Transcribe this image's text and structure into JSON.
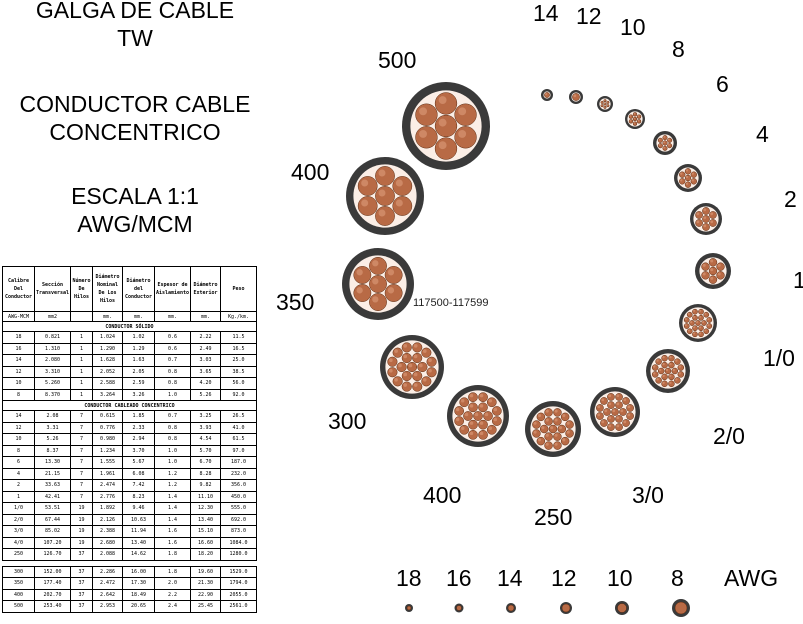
{
  "titles": {
    "main": [
      "GALGA DE CABLE",
      "TW"
    ],
    "sub": [
      "CONDUCTOR CABLE",
      "CONCENTRICO"
    ],
    "scale": [
      "ESCALA 1:1",
      "AWG/MCM"
    ]
  },
  "colors": {
    "insulation": "#3a3a3a",
    "copper": "#b86a45",
    "copper_light": "#e0a17f",
    "background": "#ffffff"
  },
  "table": {
    "headers": [
      "Calibre Del Conductor",
      "Sección Transversal",
      "Número De Hilos",
      "Diámetro Nominal De Los Hilos",
      "Diámetro del Conductor",
      "Espesor de Aislamiento",
      "Diámetro Exterior",
      "Peso"
    ],
    "units": [
      "AWG-MCM",
      "mm2",
      "",
      "mm.",
      "mm.",
      "mm.",
      "mm.",
      "Kg./km."
    ],
    "sections": [
      {
        "title": "CONDUCTOR SÓLIDO",
        "rows": [
          [
            "18",
            "0.821",
            "1",
            "1.024",
            "1.02",
            "0.6",
            "2.22",
            "11.5"
          ],
          [
            "16",
            "1.310",
            "1",
            "1.290",
            "1.29",
            "0.6",
            "2.49",
            "16.5"
          ],
          [
            "14",
            "2.080",
            "1",
            "1.628",
            "1.63",
            "0.7",
            "3.03",
            "25.0"
          ],
          [
            "12",
            "3.310",
            "1",
            "2.052",
            "2.05",
            "0.8",
            "3.65",
            "38.5"
          ],
          [
            "10",
            "5.260",
            "1",
            "2.588",
            "2.59",
            "0.8",
            "4.20",
            "56.0"
          ],
          [
            "8",
            "8.370",
            "1",
            "3.264",
            "3.26",
            "1.0",
            "5.26",
            "92.0"
          ]
        ]
      },
      {
        "title": "CONDUCTOR CABLEADO CONCENTRICO",
        "rows": [
          [
            "14",
            "2.08",
            "7",
            "0.615",
            "1.85",
            "0.7",
            "3.25",
            "26.5"
          ],
          [
            "12",
            "3.31",
            "7",
            "0.776",
            "2.33",
            "0.8",
            "3.93",
            "41.0"
          ],
          [
            "10",
            "5.26",
            "7",
            "0.980",
            "2.94",
            "0.8",
            "4.54",
            "61.5"
          ],
          [
            "8",
            "8.37",
            "7",
            "1.234",
            "3.70",
            "1.0",
            "5.70",
            "97.0"
          ],
          [
            "6",
            "13.30",
            "7",
            "1.555",
            "5.67",
            "1.0",
            "6.70",
            "187.0"
          ],
          [
            "4",
            "21.15",
            "7",
            "1.961",
            "6.08",
            "1.2",
            "8.28",
            "232.0"
          ],
          [
            "2",
            "33.63",
            "7",
            "2.474",
            "7.42",
            "1.2",
            "9.82",
            "356.0"
          ],
          [
            "1",
            "42.41",
            "7",
            "2.776",
            "8.23",
            "1.4",
            "11.10",
            "450.0"
          ],
          [
            "1/0",
            "53.51",
            "19",
            "1.892",
            "9.46",
            "1.4",
            "12.30",
            "555.0"
          ],
          [
            "2/0",
            "67.44",
            "19",
            "2.126",
            "10.63",
            "1.4",
            "13.40",
            "692.0"
          ],
          [
            "3/0",
            "85.02",
            "19",
            "2.388",
            "11.94",
            "1.6",
            "15.10",
            "873.0"
          ],
          [
            "4/0",
            "107.20",
            "19",
            "2.680",
            "13.40",
            "1.6",
            "16.60",
            "1084.0"
          ],
          [
            "250",
            "126.70",
            "37",
            "2.088",
            "14.62",
            "1.8",
            "18.20",
            "1280.0"
          ]
        ]
      },
      {
        "title": "",
        "rows": [
          [
            "300",
            "152.00",
            "37",
            "2.286",
            "16.00",
            "1.8",
            "19.60",
            "1529.0"
          ],
          [
            "350",
            "177.40",
            "37",
            "2.472",
            "17.30",
            "2.0",
            "21.30",
            "1794.0"
          ],
          [
            "400",
            "202.70",
            "37",
            "2.642",
            "18.49",
            "2.2",
            "22.90",
            "2055.0"
          ],
          [
            "500",
            "253.40",
            "37",
            "2.953",
            "20.65",
            "2.4",
            "25.45",
            "2561.0"
          ]
        ]
      }
    ]
  },
  "gauges": {
    "arc_labels": [
      "14",
      "12",
      "10",
      "8",
      "6",
      "4",
      "2",
      "1",
      "1/0",
      "2/0",
      "3/0",
      "250",
      "400",
      "300",
      "350",
      "400",
      "500"
    ],
    "reference_text": "117500-117599",
    "bottom_labels": [
      "18",
      "16",
      "14",
      "12",
      "10",
      "8"
    ],
    "bottom_unit": "AWG"
  }
}
